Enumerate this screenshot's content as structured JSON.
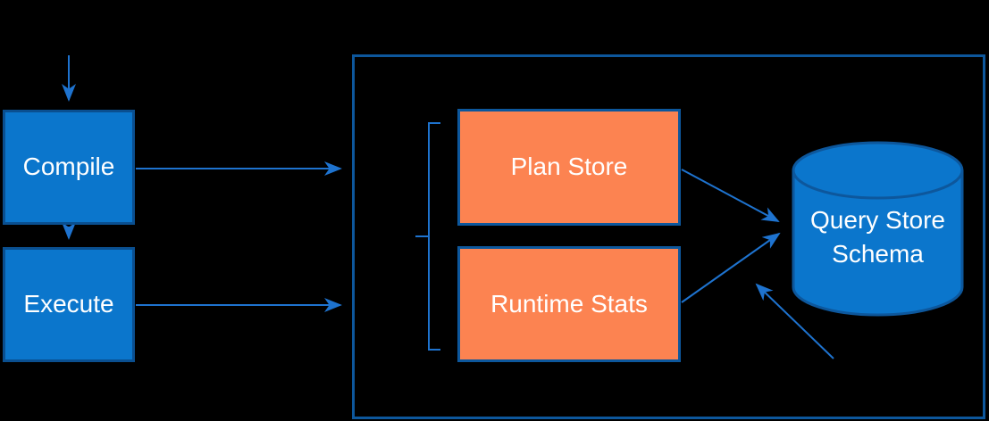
{
  "diagram": {
    "type": "flow-diagram",
    "background": "#000000",
    "nodes": {
      "compile": {
        "label": "Compile"
      },
      "execute": {
        "label": "Execute"
      },
      "plan_store": {
        "label": "Plan Store"
      },
      "runtime_stats": {
        "label": "Runtime Stats"
      },
      "query_store_schema": {
        "label": "Query Store Schema",
        "lines": [
          "Query Store",
          "Schema"
        ]
      }
    },
    "edges": [
      {
        "from": "input",
        "to": "compile",
        "style": "arrow"
      },
      {
        "from": "compile",
        "to": "execute",
        "style": "arrow"
      },
      {
        "from": "compile",
        "to": "query-store-boundary",
        "style": "arrow"
      },
      {
        "from": "execute",
        "to": "query-store-boundary",
        "style": "arrow"
      },
      {
        "from": "plan_store",
        "to": "query_store_schema",
        "style": "arrow"
      },
      {
        "from": "runtime_stats",
        "to": "query_store_schema",
        "style": "arrow"
      },
      {
        "from": "offscreen-bottom-right",
        "to": "runtime_stats-connector",
        "style": "arrow"
      }
    ],
    "colors": {
      "node_fill_blue": "#0b76cc",
      "node_border_blue": "#0a4f90",
      "node_fill_orange": "#fc8351",
      "container_border": "#0d579c",
      "connector_blue": "#1e73cf",
      "label_text": "#ffffff"
    }
  }
}
